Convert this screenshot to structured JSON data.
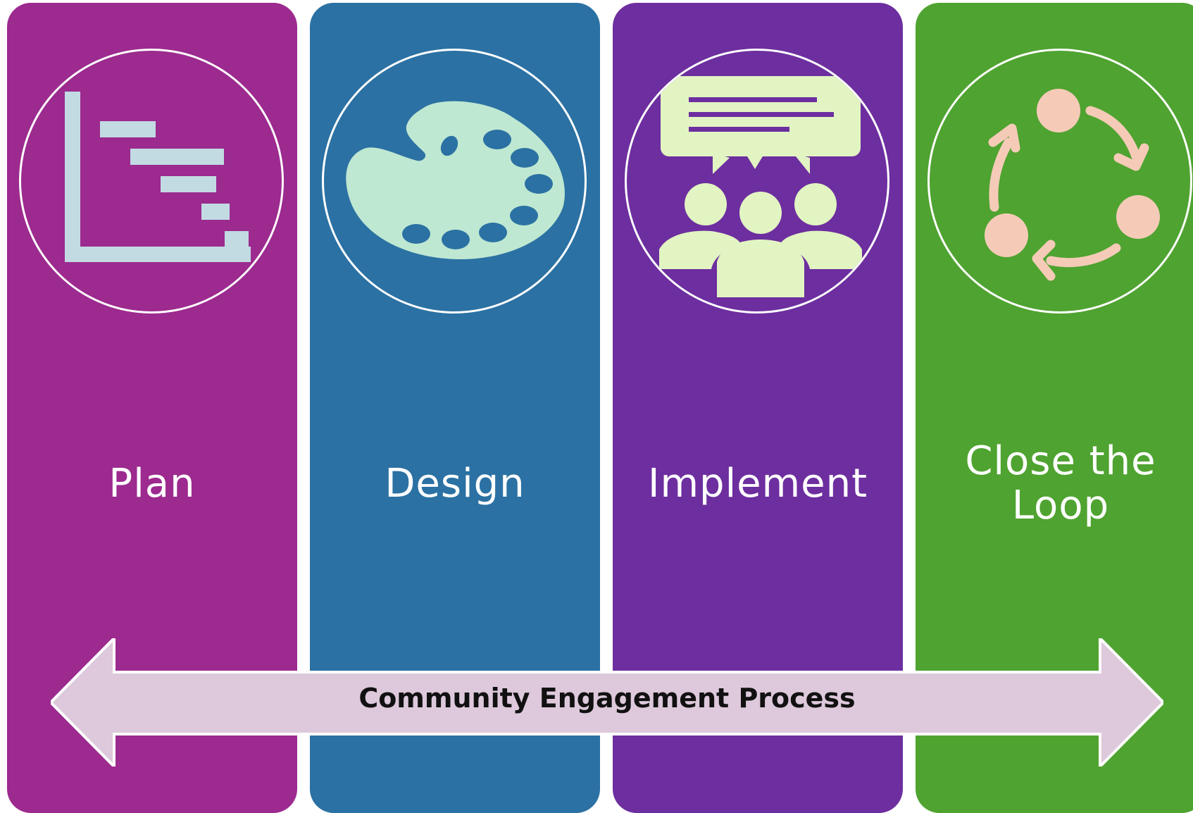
{
  "columns": [
    {
      "label": "Plan",
      "color": "#9c2a8f",
      "icon": "gantt-chart-icon"
    },
    {
      "label": "Design",
      "color": "#2b71a3",
      "icon": "palette-icon"
    },
    {
      "label": "Implement",
      "color": "#6d2e9f",
      "icon": "community-feedback-icon"
    },
    {
      "label": "Close the Loop",
      "color": "#4fa330",
      "icon": "cycle-icon"
    }
  ],
  "arrow": {
    "label": "Community Engagement Process",
    "fill": "#ddc9db",
    "icon": "double-headed-arrow-icon"
  }
}
